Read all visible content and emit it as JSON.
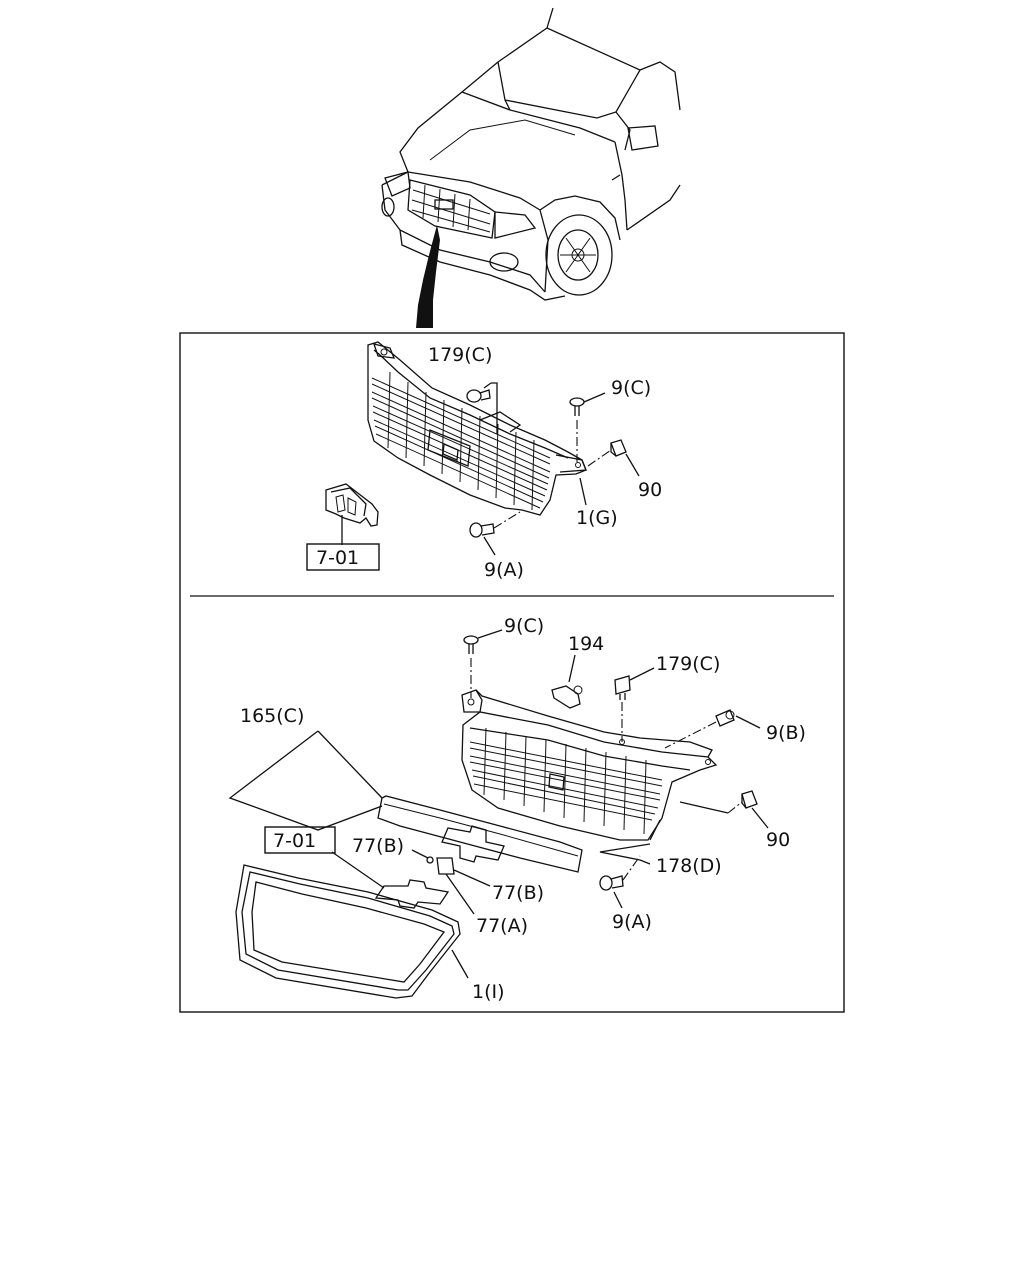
{
  "upper_panel": {
    "labels": {
      "clip_179c": "179(C)",
      "screw_9c": "9(C)",
      "nut_90": "90",
      "grille_1g": "1(G)",
      "screw_9a": "9(A)",
      "emblem_ref": "7-01"
    }
  },
  "lower_panel": {
    "labels": {
      "screw_9c": "9(C)",
      "bracket_194": "194",
      "clip_179c": "179(C)",
      "screw_9b": "9(B)",
      "molding_165c": "165(C)",
      "emblem_ref": "7-01",
      "clip_77b_top": "77(B)",
      "clip_77b_bottom": "77(B)",
      "clip_77a": "77(A)",
      "nut_90": "90",
      "seal_178d": "178(D)",
      "screw_9a": "9(A)",
      "surround_1i": "1(I)"
    }
  }
}
